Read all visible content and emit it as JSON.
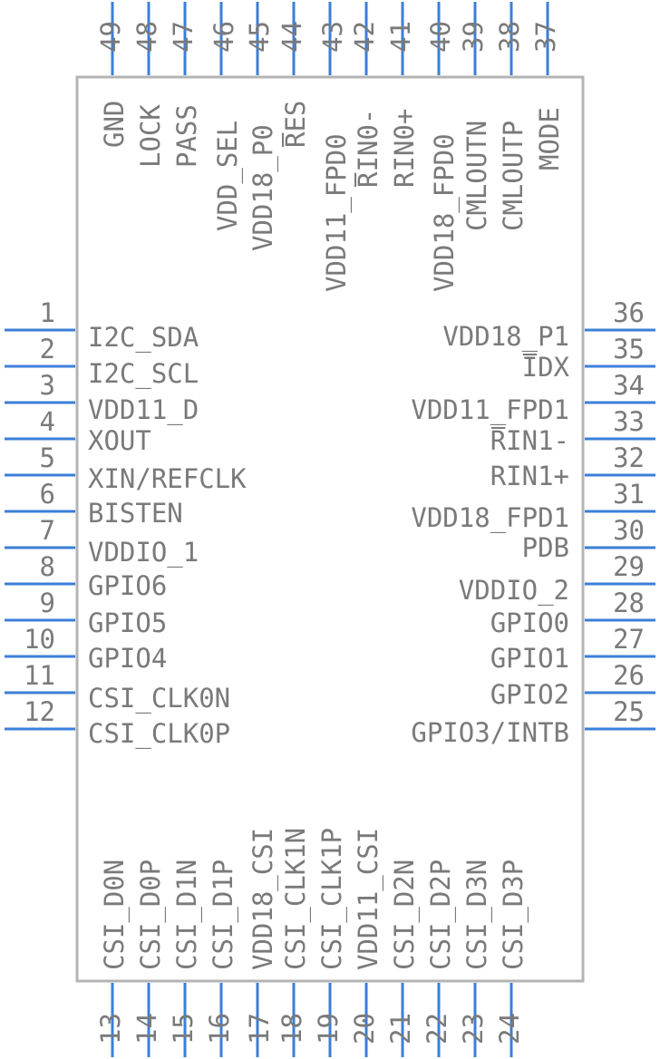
{
  "colors": {
    "pin": "#3b7fd9",
    "outline": "#b4b4b4",
    "text": "#7a7a7a"
  },
  "pins": {
    "left": [
      {
        "num": "1",
        "name": "I2C_SDA"
      },
      {
        "num": "2",
        "name": "I2C_SCL"
      },
      {
        "num": "3",
        "name": "VDD11_D"
      },
      {
        "num": "4",
        "name": "XOUT"
      },
      {
        "num": "5",
        "name": "XIN/REFCLK"
      },
      {
        "num": "6",
        "name": "BISTEN"
      },
      {
        "num": "7",
        "name": "VDDIO_1"
      },
      {
        "num": "8",
        "name": "GPIO6"
      },
      {
        "num": "9",
        "name": "GPIO5"
      },
      {
        "num": "10",
        "name": "GPIO4"
      },
      {
        "num": "11",
        "name": "CSI_CLK0N"
      },
      {
        "num": "12",
        "name": "CSI_CLK0P"
      }
    ],
    "right": [
      {
        "num": "36",
        "name": "VDD18_P1"
      },
      {
        "num": "35",
        "name": "IDX"
      },
      {
        "num": "34",
        "name": "VDD11_FPD1"
      },
      {
        "num": "33",
        "name": "RIN1-"
      },
      {
        "num": "32",
        "name": "RIN1+"
      },
      {
        "num": "31",
        "name": "VDD18_FPD1"
      },
      {
        "num": "30",
        "name": "PDB"
      },
      {
        "num": "29",
        "name": "VDDIO_2"
      },
      {
        "num": "28",
        "name": "GPIO0"
      },
      {
        "num": "27",
        "name": "GPIO1"
      },
      {
        "num": "26",
        "name": "GPIO2"
      },
      {
        "num": "25",
        "name": "GPIO3/INTB"
      }
    ],
    "top": [
      {
        "num": "49",
        "name": "GND"
      },
      {
        "num": "48",
        "name": "LOCK"
      },
      {
        "num": "47",
        "name": "PASS"
      },
      {
        "num": "46",
        "name": "VDD_SEL"
      },
      {
        "num": "45",
        "name": "VDD18_P0"
      },
      {
        "num": "44",
        "name": "RES"
      },
      {
        "num": "43",
        "name": "VDD11_FPD0"
      },
      {
        "num": "42",
        "name": "RIN0-"
      },
      {
        "num": "41",
        "name": "RIN0+"
      },
      {
        "num": "40",
        "name": "VDD18_FPD0"
      },
      {
        "num": "39",
        "name": "CMLOUTN"
      },
      {
        "num": "38",
        "name": "CMLOUTP"
      },
      {
        "num": "37",
        "name": "MODE"
      }
    ],
    "bottom": [
      {
        "num": "13",
        "name": "CSI_D0N"
      },
      {
        "num": "14",
        "name": "CSI_D0P"
      },
      {
        "num": "15",
        "name": "CSI_D1N"
      },
      {
        "num": "16",
        "name": "CSI_D1P"
      },
      {
        "num": "17",
        "name": "VDD18_CSI"
      },
      {
        "num": "18",
        "name": "CSI_CLK1N"
      },
      {
        "num": "19",
        "name": "CSI_CLK1P"
      },
      {
        "num": "20",
        "name": "VDD11_CSI"
      },
      {
        "num": "21",
        "name": "CSI_D2N"
      },
      {
        "num": "22",
        "name": "CSI_D2P"
      },
      {
        "num": "23",
        "name": "CSI_D3N"
      },
      {
        "num": "24",
        "name": "CSI_D3P"
      }
    ]
  }
}
